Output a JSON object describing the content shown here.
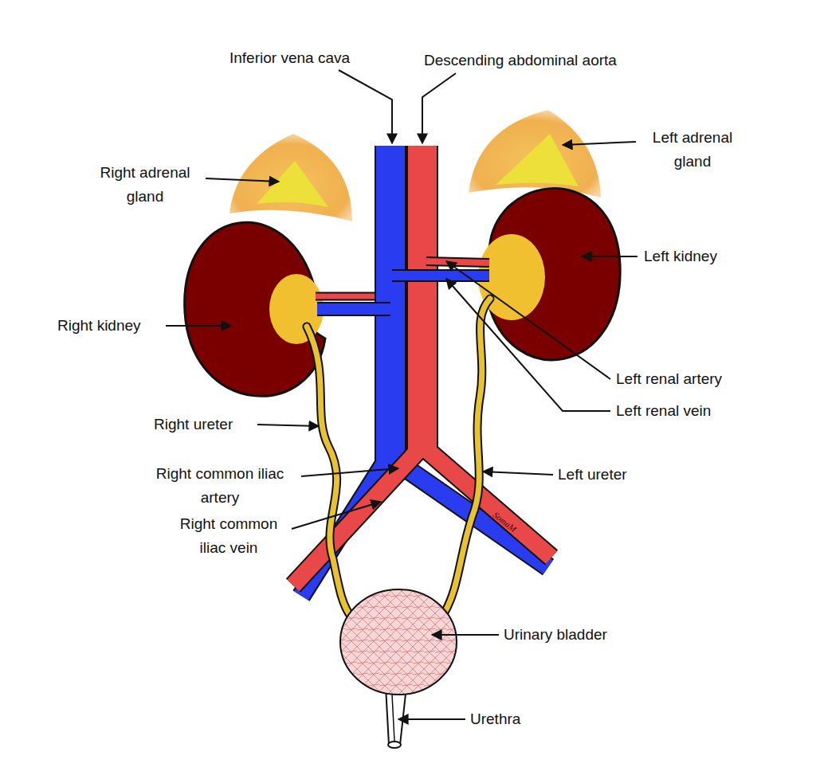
{
  "diagram": {
    "labels": [
      "Inferior vena cava",
      "Descending abdominal aorta",
      "Right adrenal gland",
      "Left adrenal gland",
      "Left kidney",
      "Right kidney",
      "Left renal artery",
      "Left renal vein",
      "Right ureter",
      "Right common iliac artery",
      "Left ureter",
      "Right common iliac vein",
      "Urinary bladder",
      "Urethra",
      "SomaM"
    ]
  }
}
